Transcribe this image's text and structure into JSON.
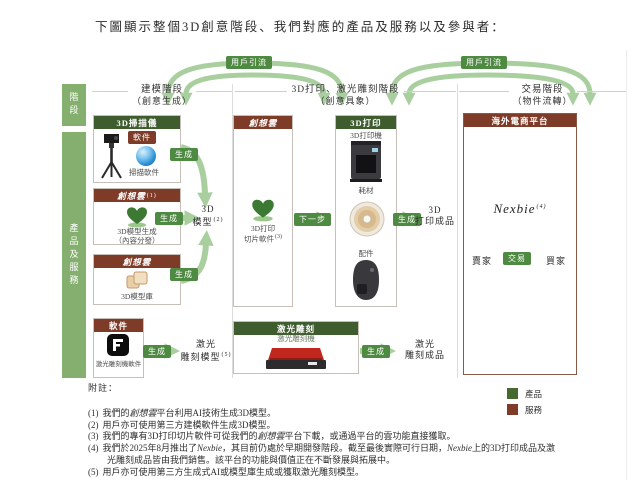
{
  "title": "下圖顯示整個3D創意階段、我們對應的產品及服務以及參與者：",
  "colors": {
    "product_green_header": "#3e5c2e",
    "service_red_header": "#7e3c28",
    "badge_green": "#4e8a42",
    "arrow_light_green": "#a9cf9f",
    "sidebar_green": "#84af6f"
  },
  "sidebar": {
    "stage_label": "階段",
    "products_services_label": "產品及服務"
  },
  "traffic_badge_label": "用戶引流",
  "stages": {
    "modeling": {
      "name": "建模階段",
      "sub": "（創意生成）"
    },
    "printing": {
      "name": "3D打印、激光雕刻階段",
      "sub": "（創意具象）"
    },
    "trading": {
      "name": "交易階段",
      "sub": "（物件流轉）"
    }
  },
  "arrow_labels": {
    "generate": "生成",
    "next_step": "下一步",
    "trade": "交易"
  },
  "modeling_stage": {
    "scanner_box": {
      "header": "3D掃描儀",
      "software_badge": "軟件",
      "software_caption": "掃描軟件"
    },
    "cloud_gen_box": {
      "header": "創想雲",
      "footnote_ref": "(1)",
      "caption_line1": "3D模型生成",
      "caption_line2": "（內容分發）"
    },
    "cloud_library_box": {
      "header": "創想雲",
      "caption": "3D模型庫"
    },
    "software_box": {
      "header": "軟件",
      "caption": "激光雕刻機軟件"
    },
    "model_output": {
      "line1": "3D",
      "line2": "模型",
      "footnote_ref": "(2)"
    },
    "laser_model_output": {
      "line1": "激光",
      "line2": "雕刻模型",
      "footnote_ref": "(5)"
    }
  },
  "printing_stage": {
    "slicer_box": {
      "header": "創想雲",
      "caption_line1": "3D打印",
      "caption_line2": "切片軟件",
      "footnote_ref": "(3)"
    },
    "printer_box": {
      "header": "3D打印",
      "printer_label": "3D打印機",
      "filament_label": "耗材",
      "accessory_label": "配件"
    },
    "laser_box": {
      "header": "激光雕刻",
      "caption": "激光雕刻機"
    },
    "print_output": {
      "line1": "3D",
      "line2": "打印成品"
    },
    "laser_output": {
      "line1": "激光",
      "line2": "雕刻成品"
    }
  },
  "trading_stage": {
    "platform_box": {
      "header": "海外電商平台",
      "brand": "Nexbie",
      "footnote_ref": "(4)",
      "seller": "賣家",
      "buyer": "買家"
    }
  },
  "legend": {
    "product": "產品",
    "service": "服務"
  },
  "notes": {
    "heading": "附註：",
    "n1": {
      "no": "(1)",
      "a": "我們的",
      "b": "創想雲",
      "c": "平台利用AI技術生成3D模型。"
    },
    "n2": {
      "no": "(2)",
      "a": "用戶亦可使用第三方建模軟件生成3D模型。"
    },
    "n3": {
      "no": "(3)",
      "a": "我們的專有3D打印切片軟件可從我們的",
      "b": "創想雲",
      "c": "平台下載，或通過平台的雲功能直接獲取。"
    },
    "n4": {
      "no": "(4)",
      "a": "我們於2025年8月推出了",
      "b": "Nexbie",
      "c": "，其目前仍處於早期開發階段。截至最後實際可行日期，",
      "d": "Nexbie",
      "e": "上的3D打印成品及激光雕刻成品皆由我們銷售。該平台的功能與價值正在不斷發展與拓展中。"
    },
    "n5": {
      "no": "(5)",
      "a": "用戶亦可使用第三方生成式AI或模型庫生成或獲取激光雕刻模型。"
    }
  }
}
